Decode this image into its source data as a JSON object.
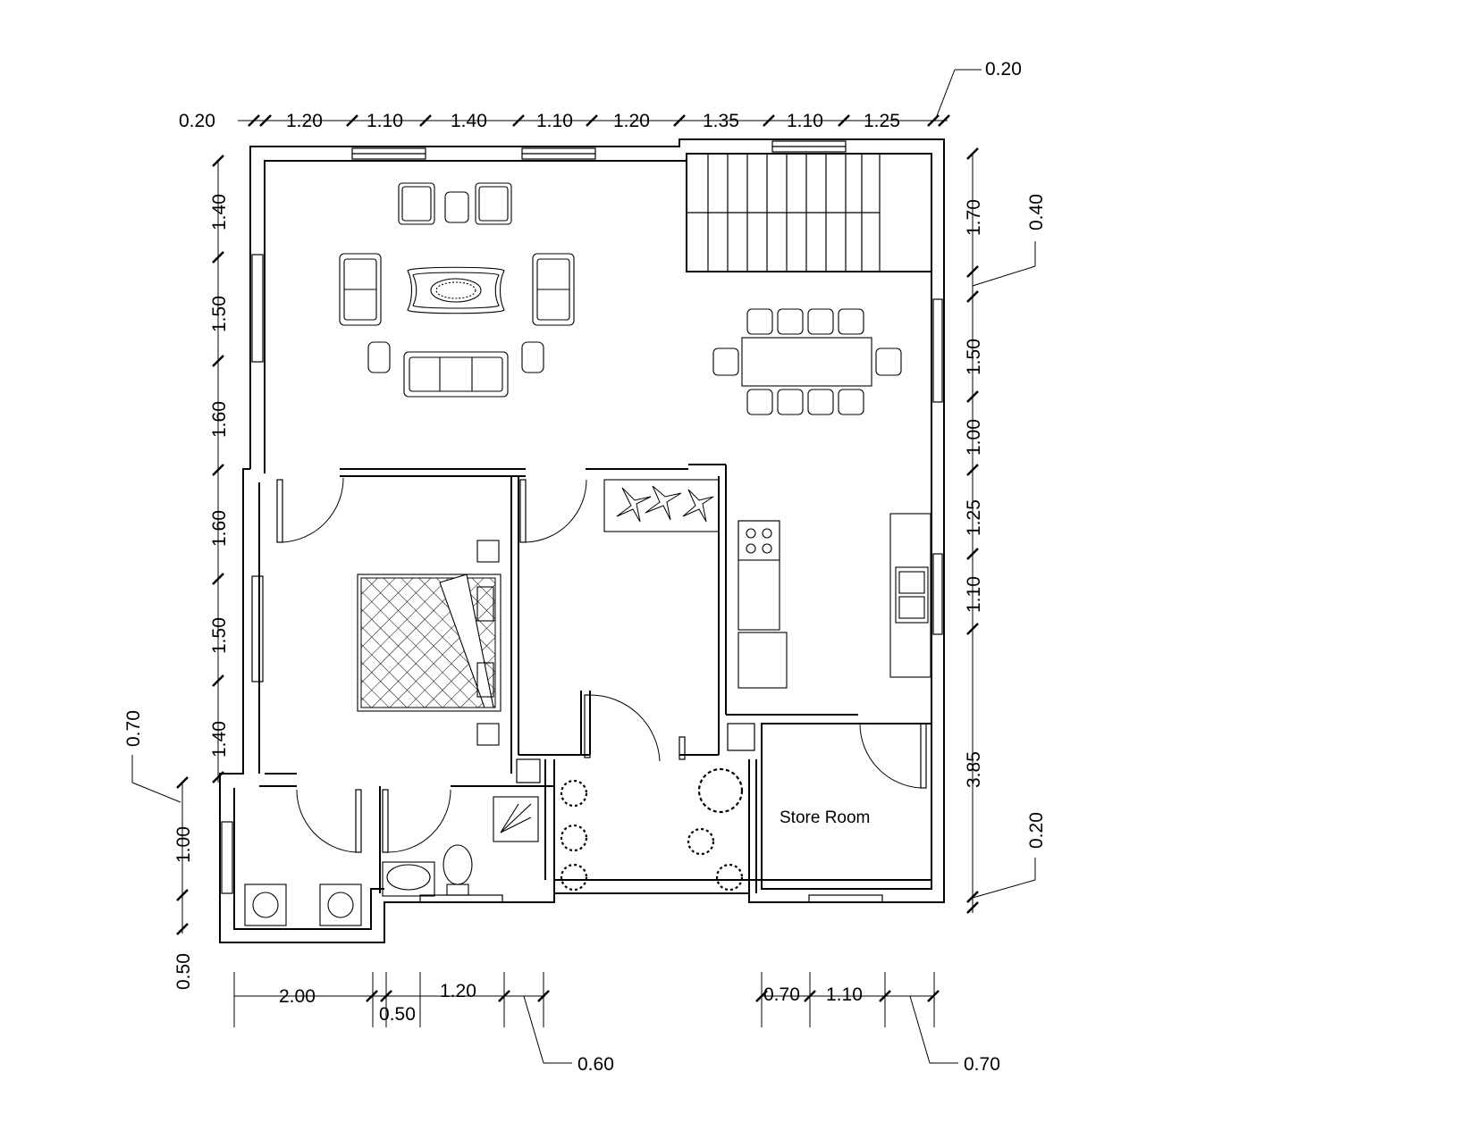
{
  "rooms": {
    "store_room": "Store Room"
  },
  "dimensions": {
    "top": [
      "0.20",
      "1.20",
      "1.10",
      "1.40",
      "1.10",
      "1.20",
      "1.35",
      "1.10",
      "1.25"
    ],
    "top_right_callout": "0.20",
    "left": [
      "1.40",
      "1.50",
      "1.60",
      "1.60",
      "1.50",
      "1.40"
    ],
    "left_callout": "0.70",
    "left_lower": [
      "1.00",
      "0.50"
    ],
    "right": [
      "1.70",
      "1.50",
      "1.00",
      "1.25",
      "1.10",
      "3.85"
    ],
    "right_callouts": [
      "0.40",
      "0.20"
    ],
    "bottom_left": [
      "2.00",
      "0.50",
      "1.20"
    ],
    "bottom_left_callout": "0.60",
    "bottom_right": [
      "0.70",
      "1.10"
    ],
    "bottom_right_callout": "0.70"
  }
}
